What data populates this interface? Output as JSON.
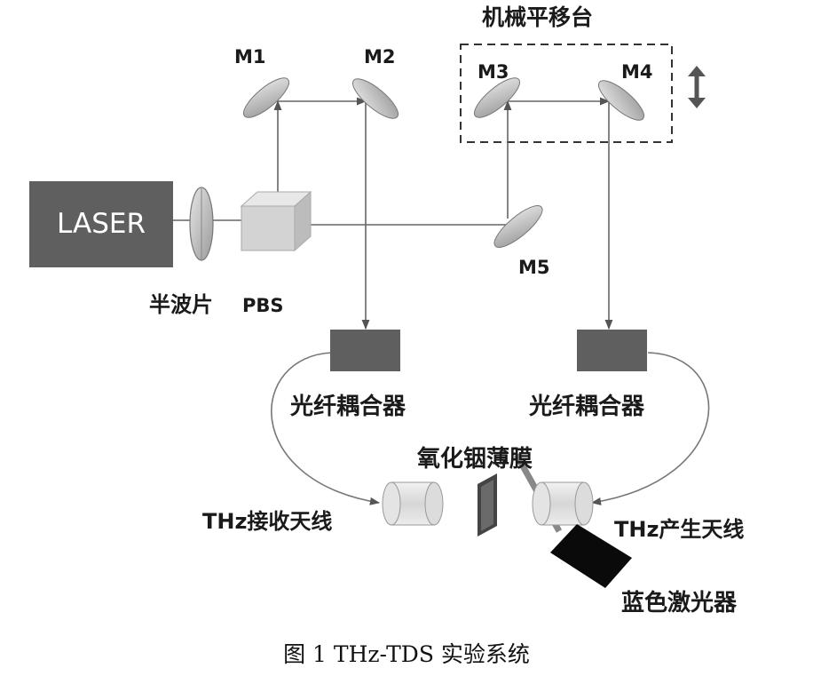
{
  "stage": {
    "title": "机械平移台"
  },
  "mirrors": {
    "m1": "M1",
    "m2": "M2",
    "m3": "M3",
    "m4": "M4",
    "m5": "M5"
  },
  "laser": {
    "label": "LASER"
  },
  "components": {
    "half_wave_plate": "半波片",
    "pbs": "PBS",
    "coupler_left": "光纤耦合器",
    "coupler_right": "光纤耦合器",
    "ito_film": "氧化铟薄膜",
    "thz_receiver": "THz接收天线",
    "thz_emitter": "THz产生天线",
    "blue_laser": "蓝色激光器"
  },
  "caption": "图 1 THz-TDS 实验系统"
}
